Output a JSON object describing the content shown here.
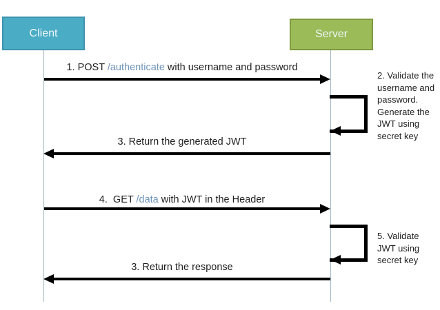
{
  "diagram": {
    "actors": [
      {
        "label": "Client",
        "fill": "#4bacc6",
        "border": "#3d93ad"
      },
      {
        "label": "Server",
        "fill": "#9bbb59",
        "border": "#7e993f"
      }
    ],
    "messages": [
      {
        "prefix": "1. POST ",
        "path": "/authenticate",
        "suffix": " with username and password",
        "direction": "client-to-server"
      },
      {
        "prefix": "3. Return the generated JWT",
        "path": "",
        "suffix": "",
        "direction": "server-to-client"
      },
      {
        "prefix": "4.  GET ",
        "path": "/data",
        "suffix": " with JWT in the Header",
        "direction": "client-to-server"
      },
      {
        "prefix": "3. Return the response",
        "path": "",
        "suffix": "",
        "direction": "server-to-client"
      }
    ],
    "self_messages": [
      {
        "note": "2. Validate the username and password. Generate the JWT using secret key",
        "actor": "Server"
      },
      {
        "note": "5. Validate JWT using secret key",
        "actor": "Server"
      }
    ],
    "colors": {
      "path_text": "#6f94ba",
      "arrow": "#000000",
      "lifeline": "#a3b8c8",
      "text": "#1f1f1f"
    }
  }
}
